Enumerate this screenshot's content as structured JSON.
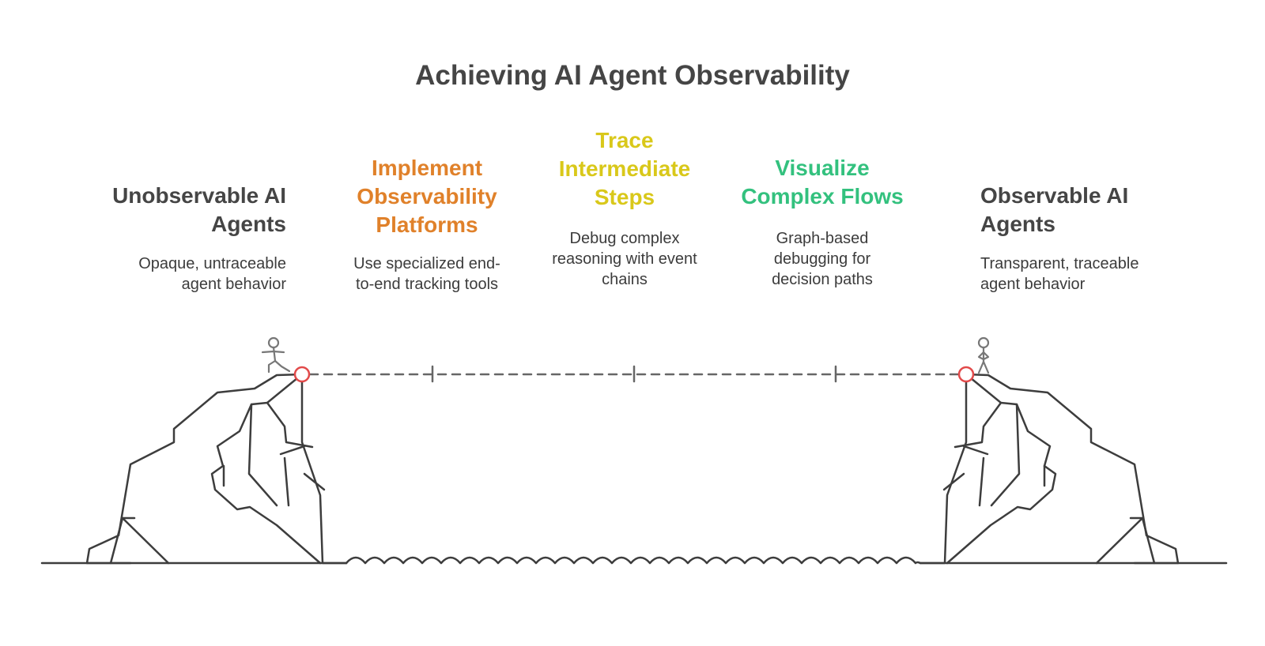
{
  "title": "Achieving AI Agent Observability",
  "start": {
    "heading_line1": "Unobservable AI",
    "heading_line2": "Agents",
    "desc_line1": "Opaque, untraceable",
    "desc_line2": "agent behavior"
  },
  "end": {
    "heading_line1": "Observable AI",
    "heading_line2": "Agents",
    "desc_line1": "Transparent, traceable",
    "desc_line2": "agent behavior"
  },
  "steps": [
    {
      "heading_lines": [
        "Implement",
        "Observability",
        "Platforms"
      ],
      "desc_lines": [
        "Use specialized end-",
        "to-end tracking tools"
      ],
      "color": "#e0812a"
    },
    {
      "heading_lines": [
        "Trace",
        "Intermediate",
        "Steps"
      ],
      "desc_lines": [
        "Debug complex",
        "reasoning with event",
        "chains"
      ],
      "color": "#d9c81a"
    },
    {
      "heading_lines": [
        "Visualize",
        "Complex Flows"
      ],
      "desc_lines": [
        "Graph-based",
        "debugging for",
        "decision paths"
      ],
      "color": "#33c17e"
    }
  ],
  "colors": {
    "text_dark": "#454545",
    "line": "#3d3d3d",
    "marker_red": "#e24a4a",
    "dash": "#666666"
  },
  "icons": [
    "walking-person-icon",
    "standing-person-icon",
    "start-marker-icon",
    "end-marker-icon"
  ]
}
